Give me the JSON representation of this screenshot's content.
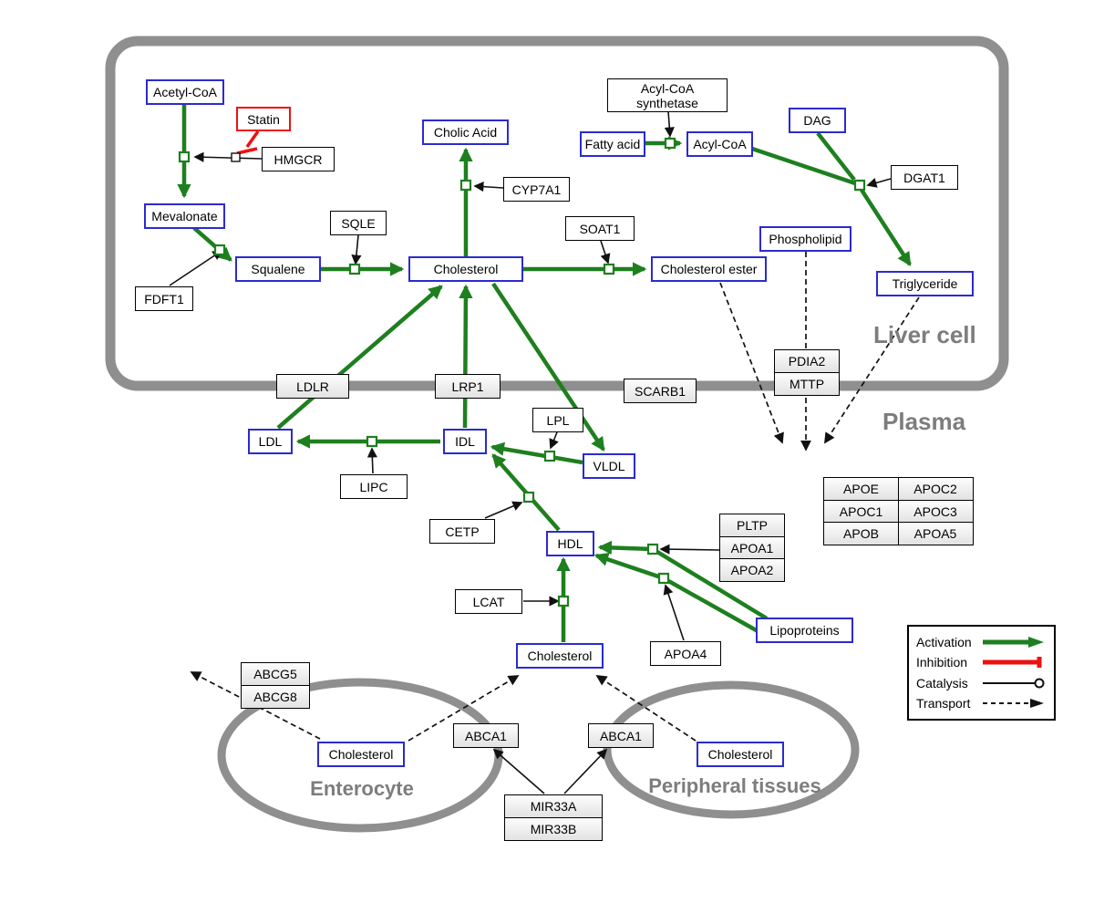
{
  "regions": {
    "liver_cell": "Liver cell",
    "plasma": "Plasma",
    "enterocyte": "Enterocyte",
    "peripheral_tissues": "Peripheral tissues"
  },
  "nodes": {
    "acetyl_coa": "Acetyl-CoA",
    "statin": "Statin",
    "hmgcr": "HMGCR",
    "mevalonate": "Mevalonate",
    "fdft1": "FDFT1",
    "squalene": "Squalene",
    "sqle": "SQLE",
    "cholic_acid": "Cholic Acid",
    "cyp7a1": "CYP7A1",
    "cholesterol_liver": "Cholesterol",
    "soat1": "SOAT1",
    "cholesterol_ester": "Cholesterol ester",
    "acyl_coa_synthetase_line1": "Acyl-CoA",
    "acyl_coa_synthetase_line2": "synthetase",
    "fatty_acid": "Fatty acid",
    "acyl_coa": "Acyl-CoA",
    "dag": "DAG",
    "dgat1": "DGAT1",
    "phospholipid": "Phospholipid",
    "triglyceride": "Triglyceride",
    "ldlr": "LDLR",
    "lrp1": "LRP1",
    "scarb1": "SCARB1",
    "pdia2": "PDIA2",
    "mttp": "MTTP",
    "ldl": "LDL",
    "idl": "IDL",
    "lipc": "LIPC",
    "lpl": "LPL",
    "vldl": "VLDL",
    "cetp": "CETP",
    "hdl": "HDL",
    "lcat": "LCAT",
    "apoa4": "APOA4",
    "lipoproteins": "Lipoproteins",
    "cholesterol_plasma": "Cholesterol",
    "pltp": "PLTP",
    "apoa1": "APOA1",
    "apoa2": "APOA2",
    "abcg5": "ABCG5",
    "abcg8": "ABCG8",
    "cholesterol_enterocyte": "Cholesterol",
    "abca1_enterocyte": "ABCA1",
    "abca1_peripheral": "ABCA1",
    "cholesterol_peripheral": "Cholesterol",
    "mir33a": "MIR33A",
    "mir33b": "MIR33B"
  },
  "apolipoprotein_table": {
    "rows": [
      [
        "APOE",
        "APOC2"
      ],
      [
        "APOC1",
        "APOC3"
      ],
      [
        "APOB",
        "APOA5"
      ]
    ]
  },
  "legend": {
    "activation": "Activation",
    "inhibition": "Inhibition",
    "catalysis": "Catalysis",
    "transport": "Transport"
  },
  "colors": {
    "activation_green": "#1e7f1e",
    "inhibition_red": "#ee1111",
    "metabolite_border_blue": "#2b2bcf",
    "membrane_gray": "#8f8f8f",
    "transport_black": "#111111"
  }
}
